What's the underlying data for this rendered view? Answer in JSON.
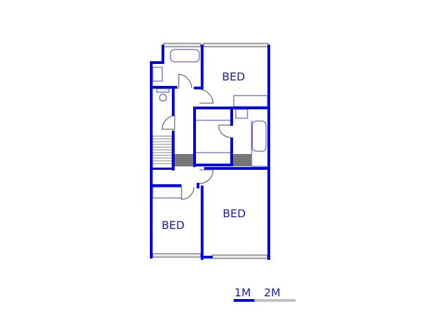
{
  "rooms": [
    {
      "label": "BED"
    },
    {
      "label": "BED"
    },
    {
      "label": "BED"
    }
  ],
  "scale_bar": {
    "label_1": "1M",
    "label_2": "2M"
  },
  "colors": {
    "wall": "#0000e6",
    "scale_filled": "#0000e6",
    "scale_empty": "#c0c0c0"
  }
}
